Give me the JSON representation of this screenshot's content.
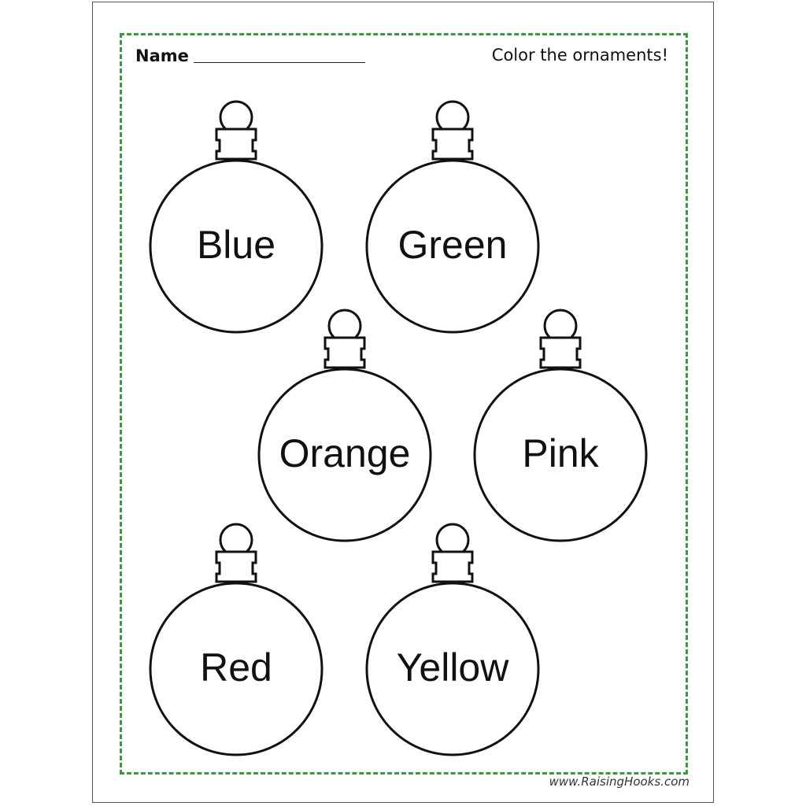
{
  "header": {
    "name_label": "Name",
    "instruction": "Color the ornaments!"
  },
  "ornaments": [
    {
      "label": "Blue"
    },
    {
      "label": "Green"
    },
    {
      "label": "Orange"
    },
    {
      "label": "Pink"
    },
    {
      "label": "Red"
    },
    {
      "label": "Yellow"
    }
  ],
  "footer": {
    "website": "www.RaisingHooks.com"
  },
  "colors": {
    "border_dashed": "#3a9a3a",
    "outline": "#111111"
  }
}
